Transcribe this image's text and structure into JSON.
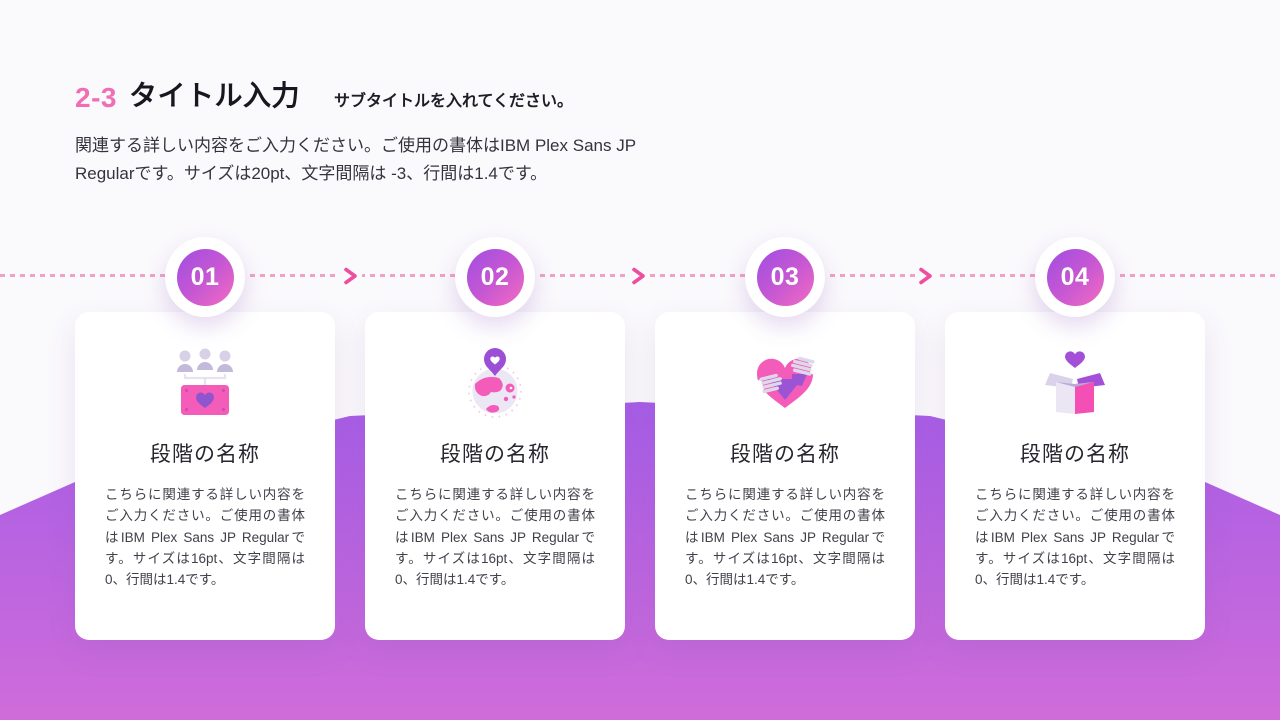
{
  "slide": {
    "kicker": "2-3",
    "title": "タイトル入力",
    "subtitle": "サブタイトルを入れてください。",
    "description": "関連する詳しい内容をご入力ください。ご使用の書体はIBM Plex Sans JP Regularです。サイズは20pt、文字間隔は -3、行間は1.4です。"
  },
  "timeline": {
    "arrow_icon": "chevron-right-icon",
    "dash_color": "#f1a0c6",
    "arrow_color": "#ee4f9c"
  },
  "steps": [
    {
      "number": "01",
      "icon": "team-heart-icon",
      "title": "段階の名称",
      "body": "こちらに関連する詳しい内容をご入力ください。ご使用の書体はIBM Plex Sans JP Regularです。サイズは16pt、文字間隔は 0、行間は1.4です。"
    },
    {
      "number": "02",
      "icon": "globe-pin-icon",
      "title": "段階の名称",
      "body": "こちらに関連する詳しい内容をご入力ください。ご使用の書体はIBM Plex Sans JP Regularです。サイズは16pt、文字間隔は 0、行間は1.4です。"
    },
    {
      "number": "03",
      "icon": "heart-hands-icon",
      "title": "段階の名称",
      "body": "こちらに関連する詳しい内容をご入力ください。ご使用の書体はIBM Plex Sans JP Regularです。サイズは16pt、文字間隔は 0、行間は1.4です。"
    },
    {
      "number": "04",
      "icon": "gift-box-heart-icon",
      "title": "段階の名称",
      "body": "こちらに関連する詳しい内容をご入力ください。ご使用の書体はIBM Plex Sans JP Regularです。サイズは16pt、文字間隔は 0、行間は1.4です。"
    }
  ],
  "colors": {
    "accent_pink": "#ef6eb6",
    "circle_gradient_start": "#a04de2",
    "circle_gradient_end": "#f46cc2",
    "wave_gradient_top": "#a65de7",
    "wave_gradient_bottom": "#cf6cda",
    "card_background": "#ffffff",
    "page_background": "#faf9fc"
  }
}
